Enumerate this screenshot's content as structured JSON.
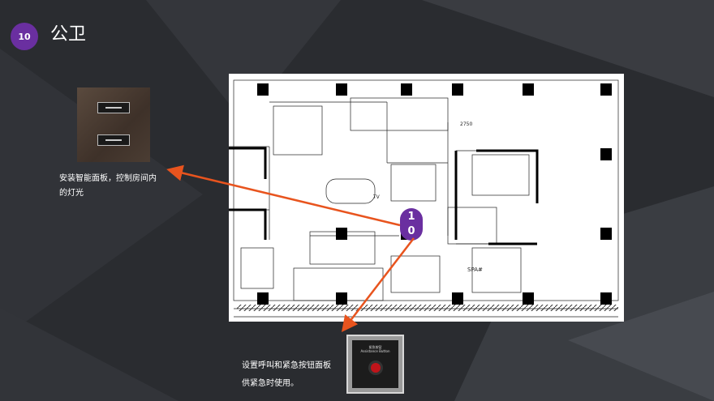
{
  "slide": {
    "number": "10",
    "title": "公卫"
  },
  "smart_panel": {
    "caption_line1": "安装智能面板，控制房间内",
    "caption_line2": "的灯光"
  },
  "emergency_panel": {
    "caption_line1": "设置呼叫和紧急按钮面板",
    "caption_line2": "供紧急时使用。",
    "button_label_cn": "紧急按钮",
    "button_label_en": "Assistance Button"
  },
  "plan": {
    "marker_line1": "1",
    "marker_line2": "0",
    "labels": {
      "spa": "SPA#",
      "dim_top": "2750",
      "tv": "TV"
    }
  },
  "colors": {
    "accent": "#6a2fa0",
    "arrow": "#e8541e",
    "background": "#2b2d31"
  }
}
